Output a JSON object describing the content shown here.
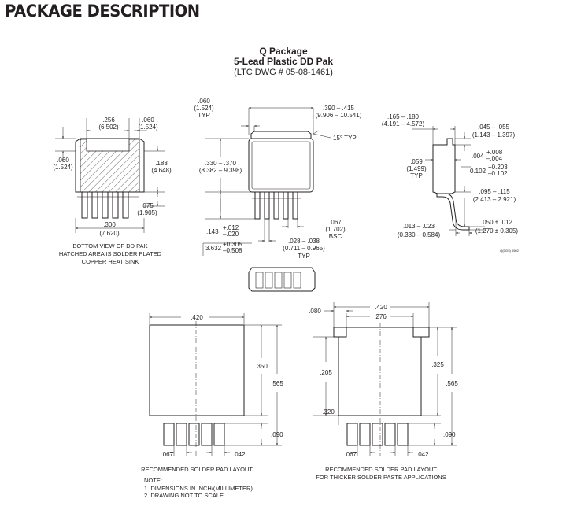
{
  "page_title": "PACKAGE DESCRIPTION",
  "header": {
    "package_name": "Q Package",
    "package_desc": "5-Lead Plastic DD Pak",
    "drawing_no": "(LTC DWG # 05-08-1461)"
  },
  "bottom_view": {
    "dims": {
      "w256": ".256",
      "w256mm": "(6.502)",
      "w060": ".060",
      "w060mm": "(1.524)",
      "h183": ".183",
      "h183mm": "(4.648)",
      "h060": ".060",
      "h060mm": "(1.524)",
      "h075": ".075",
      "h075mm": "(1.905)",
      "w300": ".300",
      "w300mm": "(7.620)"
    },
    "caption": [
      "BOTTOM VIEW OF DD PAK",
      "HATCHED AREA IS SOLDER PLATED",
      "COPPER HEAT SINK"
    ]
  },
  "top_view": {
    "dims": {
      "t060": ".060",
      "t060mm": "(1.524)",
      "t060typ": "TYP",
      "w390": ".390 – .415",
      "w390mm": "(9.906 – 10.541)",
      "ang": "15° TYP",
      "h330": ".330 – .370",
      "h330mm": "(8.382 – 9.398)",
      "p067": ".067",
      "p067mm": "(1.702)",
      "p067bsc": "BSC",
      "lead_w": ".028 – .038",
      "lead_wmm": "(0.711 – 0.965)",
      "lead_typ": "TYP",
      "tol_in": ".143",
      "tol_in_plus": "+.012",
      "tol_in_minus": "–.020",
      "tol_mm": "3.632",
      "tol_mm_plus": "+0.305",
      "tol_mm_minus": "–0.508"
    }
  },
  "side_view": {
    "dims": {
      "w165": ".165 – .180",
      "w165mm": "(4.191 – 4.572)",
      "w045": ".045 – .055",
      "w045mm": "(1.143 – 1.397)",
      "t059": ".059",
      "t059mm": "(1.499)",
      "t059typ": "TYP",
      "t004": ".004",
      "t004_plus": "+.008",
      "t004_minus": "–.004",
      "t004mm": "0.102",
      "t004mm_plus": "+0.203",
      "t004mm_minus": "–0.102",
      "h095": ".095 – .115",
      "h095mm": "(2.413 – 2.921)",
      "h013": ".013 – .023",
      "h013mm": "(0.330 – 0.584)",
      "h050": ".050 ± .012",
      "h050mm": "(1.270 ± 0.305)",
      "code": "Q(DD5) 0502"
    }
  },
  "pad_layout_1": {
    "dims": {
      "w420": ".420",
      "h350": ".350",
      "h565": ".565",
      "h090": ".090",
      "p067": ".067",
      "w042": ".042"
    },
    "caption": "RECOMMENDED SOLDER PAD LAYOUT"
  },
  "pad_layout_2": {
    "dims": {
      "w420": ".420",
      "w080": ".080",
      "w276": ".276",
      "h205": ".205",
      "h325": ".325",
      "h565": ".565",
      "w320": ".320",
      "h090": ".090",
      "p067": ".067",
      "w042": ".042"
    },
    "caption": [
      "RECOMMENDED SOLDER PAD LAYOUT",
      "FOR THICKER SOLDER PASTE APPLICATIONS"
    ]
  },
  "notes": {
    "heading": "NOTE:",
    "items": [
      "1. DIMENSIONS IN INCH/(MILLIMETER)",
      "2. DRAWING NOT TO SCALE"
    ]
  }
}
